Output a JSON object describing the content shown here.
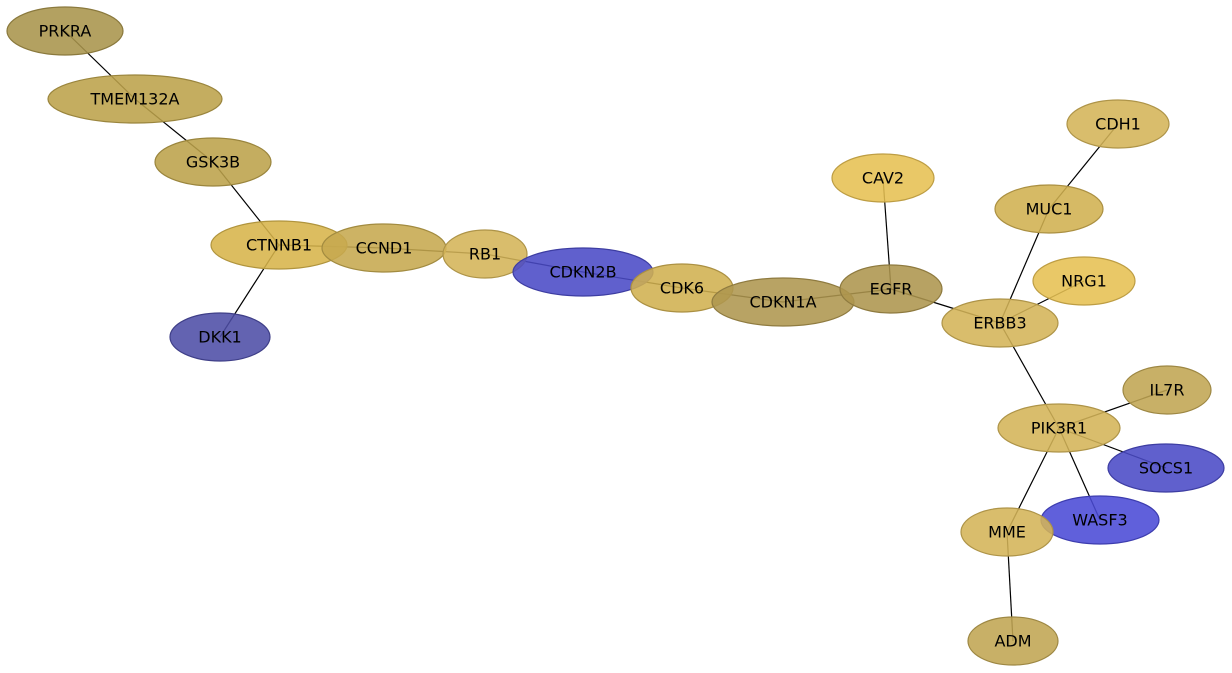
{
  "graph": {
    "nodes": [
      {
        "id": "PRKRA",
        "label": "PRKRA",
        "color": "#a8944b"
      },
      {
        "id": "TMEM132A",
        "label": "TMEM132A",
        "color": "#bca24a"
      },
      {
        "id": "GSK3B",
        "label": "GSK3B",
        "color": "#bca24a"
      },
      {
        "id": "CTNNB1",
        "label": "CTNNB1",
        "color": "#d7b44a"
      },
      {
        "id": "CCND1",
        "label": "CCND1",
        "color": "#c6a94e"
      },
      {
        "id": "DKK1",
        "label": "DKK1",
        "color": "#4d4da6"
      },
      {
        "id": "RB1",
        "label": "RB1",
        "color": "#d4b458"
      },
      {
        "id": "CDKN2B",
        "label": "CDKN2B",
        "color": "#4a4ac6"
      },
      {
        "id": "CDK6",
        "label": "CDK6",
        "color": "#d0b050"
      },
      {
        "id": "CDKN1A",
        "label": "CDKN1A",
        "color": "#ae964e"
      },
      {
        "id": "EGFR",
        "label": "EGFR",
        "color": "#ad954d"
      },
      {
        "id": "CAV2",
        "label": "CAV2",
        "color": "#e6c052"
      },
      {
        "id": "CDH1",
        "label": "CDH1",
        "color": "#d4b458"
      },
      {
        "id": "MUC1",
        "label": "MUC1",
        "color": "#d0b050"
      },
      {
        "id": "NRG1",
        "label": "NRG1",
        "color": "#e6c052"
      },
      {
        "id": "ERBB3",
        "label": "ERBB3",
        "color": "#d4b458"
      },
      {
        "id": "IL7R",
        "label": "IL7R",
        "color": "#c0a552"
      },
      {
        "id": "PIK3R1",
        "label": "PIK3R1",
        "color": "#d4b458"
      },
      {
        "id": "SOCS1",
        "label": "SOCS1",
        "color": "#4a4ac6"
      },
      {
        "id": "WASF3",
        "label": "WASF3",
        "color": "#4a4ad6"
      },
      {
        "id": "MME",
        "label": "MME",
        "color": "#d4b458"
      },
      {
        "id": "ADM",
        "label": "ADM",
        "color": "#c0a552"
      }
    ],
    "edges": [
      [
        "PRKRA",
        "TMEM132A"
      ],
      [
        "TMEM132A",
        "GSK3B"
      ],
      [
        "GSK3B",
        "CTNNB1"
      ],
      [
        "CTNNB1",
        "DKK1"
      ],
      [
        "CTNNB1",
        "CCND1"
      ],
      [
        "CCND1",
        "RB1"
      ],
      [
        "RB1",
        "CDKN2B"
      ],
      [
        "CDKN2B",
        "CDK6"
      ],
      [
        "CDK6",
        "CDKN1A"
      ],
      [
        "CDKN1A",
        "EGFR"
      ],
      [
        "EGFR",
        "CAV2"
      ],
      [
        "EGFR",
        "ERBB3"
      ],
      [
        "ERBB3",
        "MUC1"
      ],
      [
        "MUC1",
        "CDH1"
      ],
      [
        "ERBB3",
        "NRG1"
      ],
      [
        "ERBB3",
        "PIK3R1"
      ],
      [
        "PIK3R1",
        "IL7R"
      ],
      [
        "PIK3R1",
        "SOCS1"
      ],
      [
        "PIK3R1",
        "WASF3"
      ],
      [
        "PIK3R1",
        "MME"
      ],
      [
        "MME",
        "ADM"
      ]
    ]
  }
}
